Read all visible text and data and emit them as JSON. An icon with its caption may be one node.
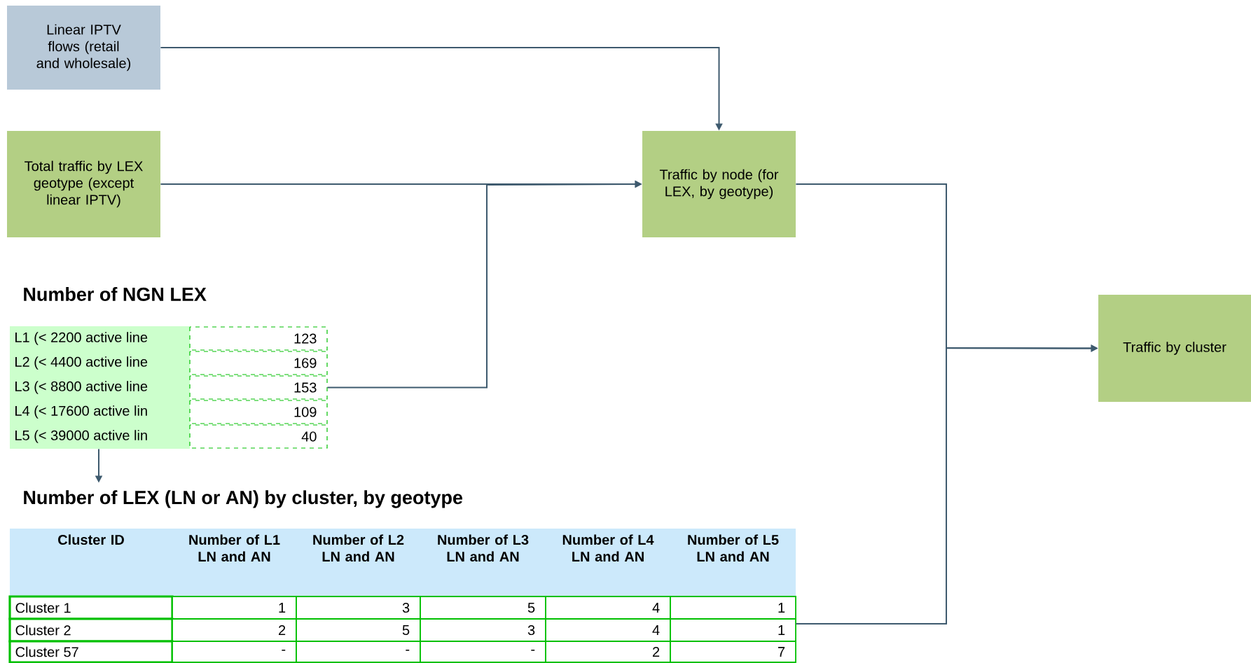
{
  "diagram": {
    "nodes": [
      {
        "text": [
          "Linear IPTV flows (retail and wholesale)"
        ]
      },
      {
        "text": [
          "Total traffic by LEX geotype (except linear IPTV)"
        ]
      },
      {
        "text": [
          "Traffic by node (for LEX, by geotype)"
        ]
      },
      {
        "text": [
          "Traffic by cluster"
        ]
      },
      {
        "text": [
          "Number of NGN LEX",
          "L1 (< 2200 active line",
          "123",
          "L2 (< 4400 active line",
          "169",
          "L3 (< 8800 active line",
          "153",
          "L4 (< 17600 active lin",
          "109",
          "L5 (< 39000 active lin",
          "40"
        ]
      },
      {
        "text": [
          "Number of LEX (LN or AN) by cluster, by geotype",
          "Cluster ID",
          "Number of L1 LN and AN",
          "Number of L2 LN and AN",
          "Number of L3 LN and AN",
          "Number of L4 LN and AN",
          "Number of L5 LN and AN",
          "Cluster 1",
          "1",
          "3",
          "5",
          "4",
          "1",
          "Cluster 2",
          "2",
          "5",
          "3",
          "4",
          "1",
          "Cluster 57",
          "-",
          "-",
          "-",
          "2",
          "7"
        ]
      }
    ],
    "edges": [
      {
        "from": 0,
        "to": 2,
        "arrow": "to"
      },
      {
        "from": 1,
        "to": 2,
        "arrow": "to"
      },
      {
        "from": 4,
        "to": 2,
        "arrow": "to"
      },
      {
        "from": 2,
        "to": 3,
        "arrow": "to"
      },
      {
        "from": 5,
        "to": 3,
        "arrow": "to"
      },
      {
        "from": 4,
        "to": 5,
        "arrow": "to"
      }
    ]
  }
}
